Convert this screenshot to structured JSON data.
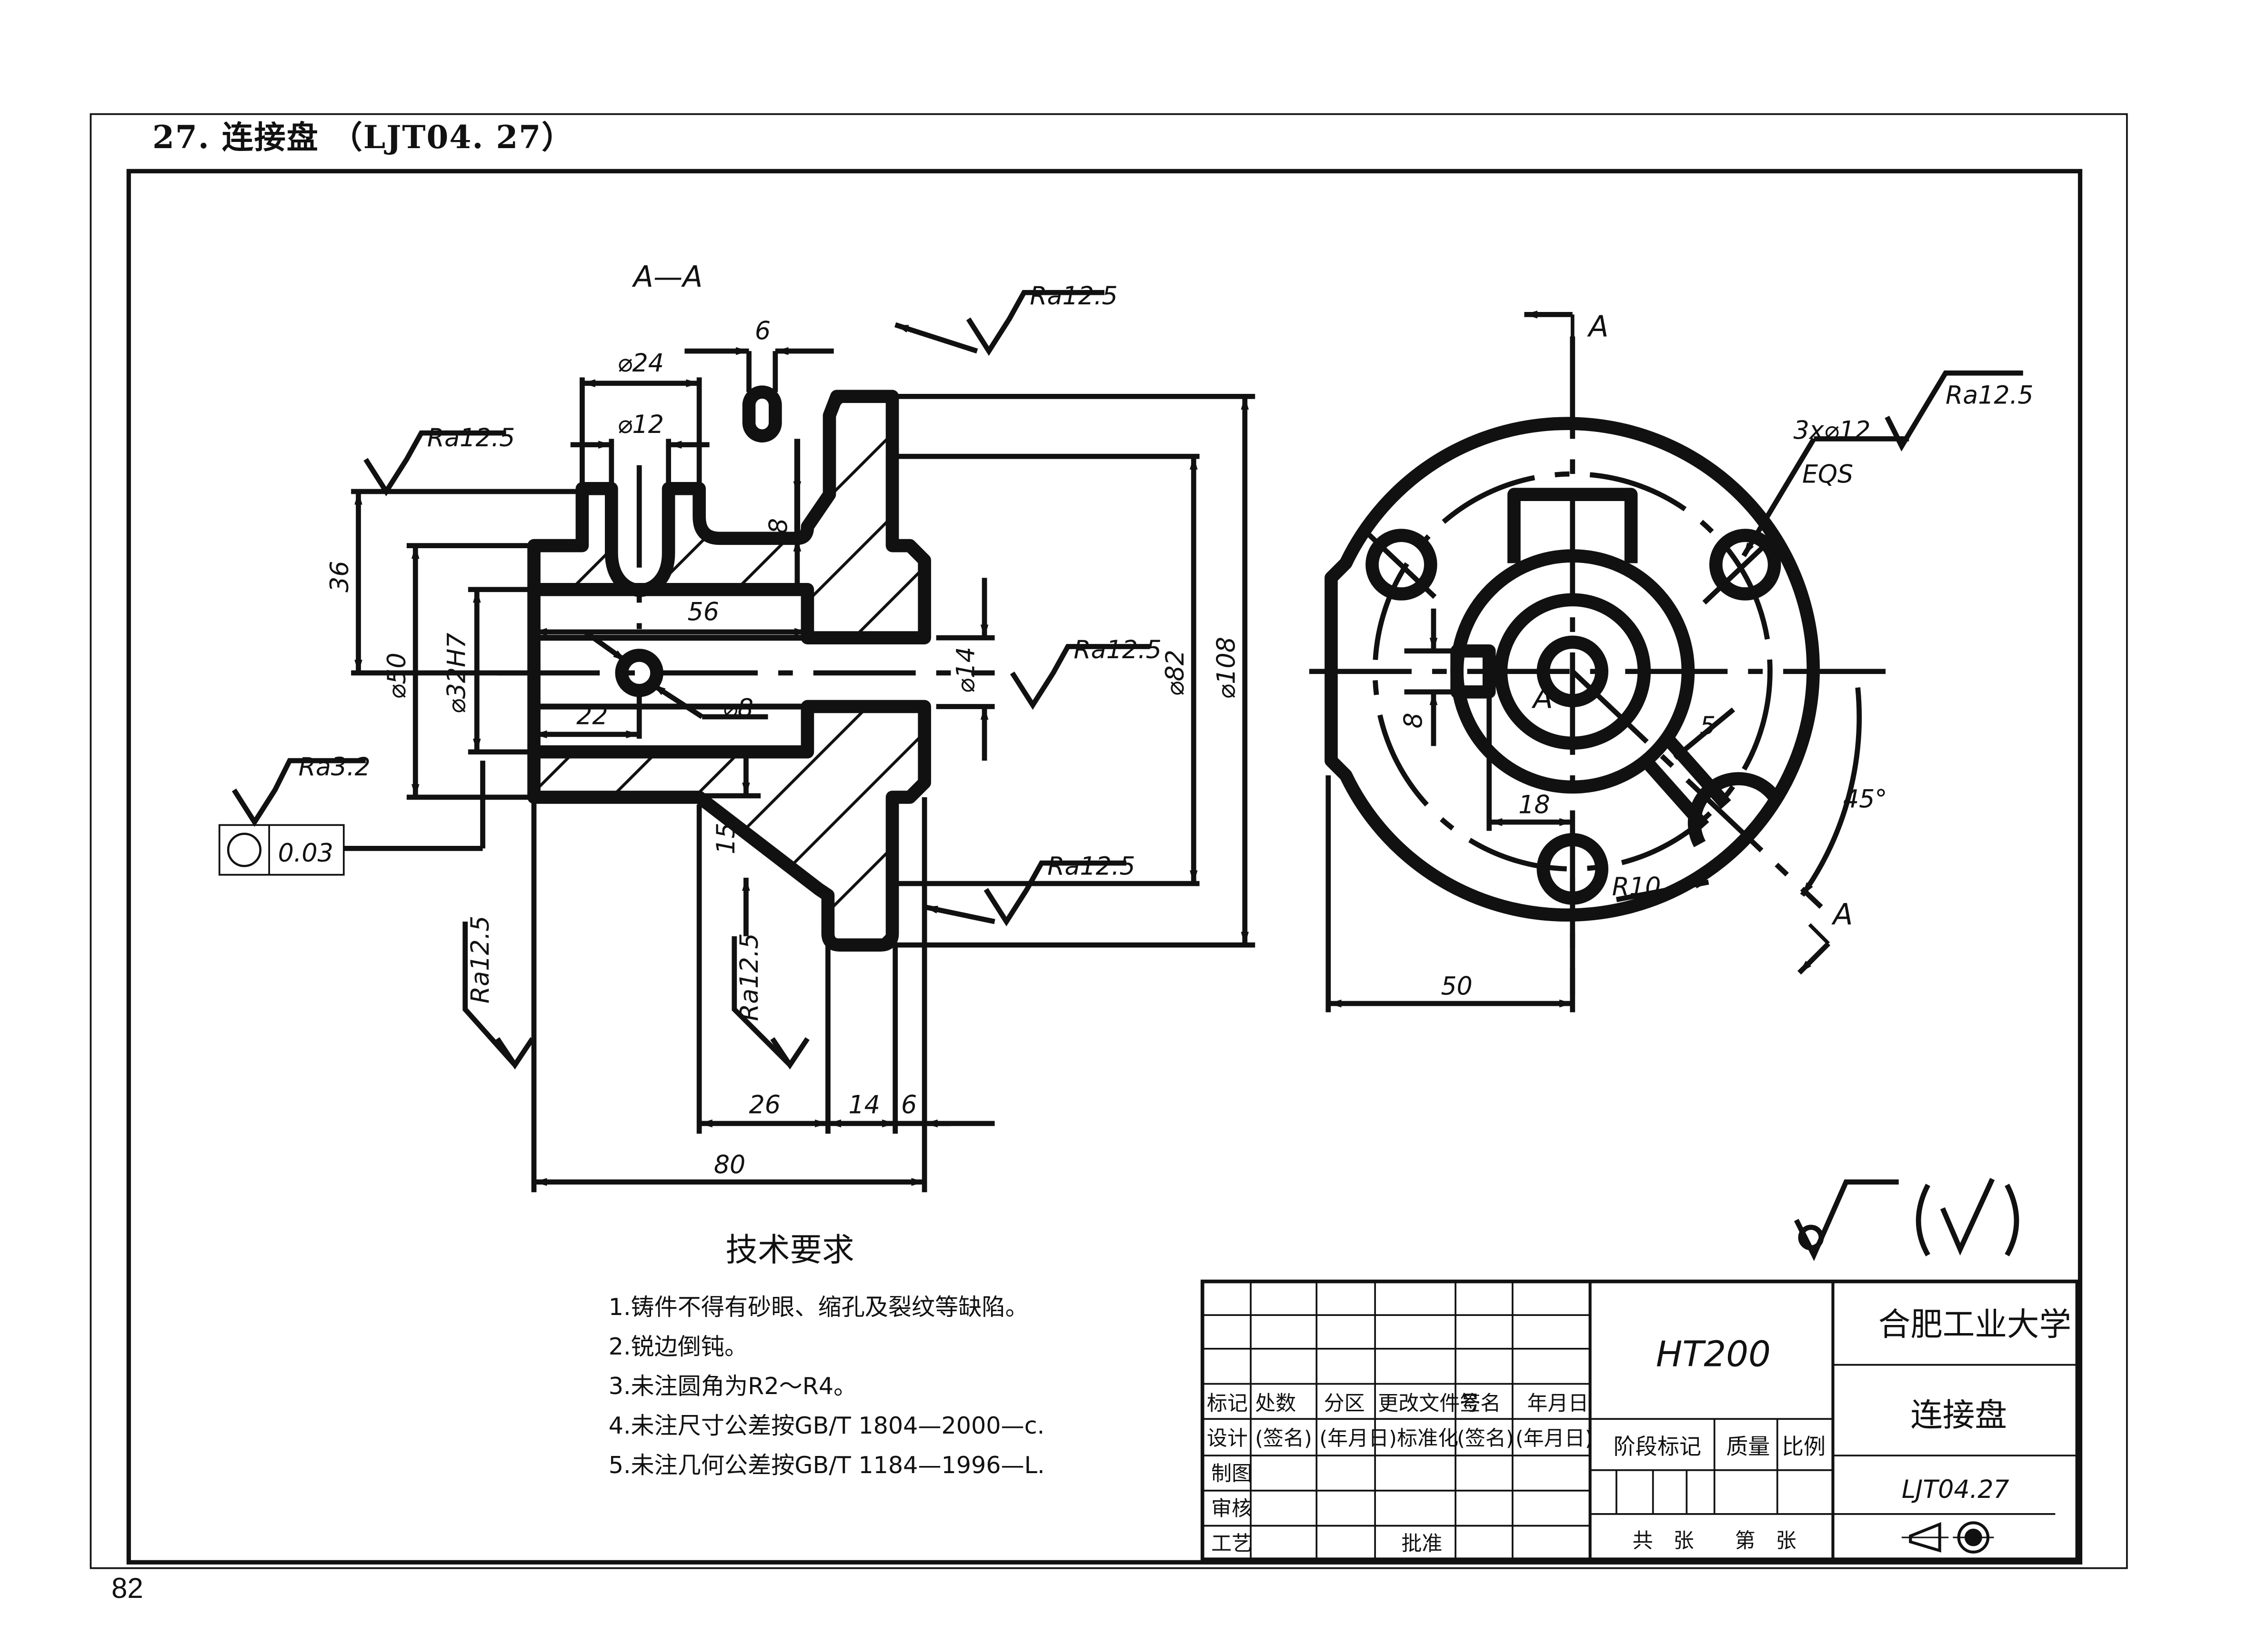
{
  "page": {
    "title": "27. 连接盘 （LJT04. 27）",
    "page_number": "82"
  },
  "section_view": {
    "label": "A—A",
    "dims": {
      "d24": "⌀24",
      "d12": "⌀12",
      "w6": "6",
      "d8slot": "8",
      "w56": "56",
      "h36": "36",
      "d50": "⌀50",
      "d32": "⌀32H7",
      "w22": "22",
      "d8hole": "⌀8",
      "d14": "⌀14",
      "d82": "⌀82",
      "d108": "⌀108",
      "h15": "15",
      "w26": "26",
      "w14": "14",
      "w6b": "6",
      "w80": "80"
    },
    "roughness": {
      "r1": "Ra12.5",
      "r2": "Ra12.5",
      "r3": "Ra12.5",
      "r4": "Ra12.5",
      "r5": "Ra12.5",
      "r6": "Ra12.5",
      "r7": "Ra3.2"
    },
    "tolerance": {
      "value": "0.03"
    }
  },
  "front_view": {
    "holes": "3x⌀12",
    "eqs": "EQS",
    "rough": "Ra12.5",
    "section_a": "A",
    "dims": {
      "h8": "8",
      "w18": "18",
      "w5": "5",
      "angle": "45°",
      "r10": "R10",
      "w50": "50"
    }
  },
  "tech_requirements": {
    "title": "技术要求",
    "items": [
      "1.铸件不得有砂眼、缩孔及裂纹等缺陷。",
      "2.锐边倒钝。",
      "3.未注圆角为R2～R4。",
      "4.未注尺寸公差按GB/T 1804—2000—c.",
      "5.未注几何公差按GB/T 1184—1996—L."
    ]
  },
  "title_block": {
    "material": "HT200",
    "school": "合肥工业大学",
    "part_name": "连接盘",
    "drawing_no": "LJT04.27",
    "row_headers": [
      "标记",
      "处数",
      "分区",
      "更改文件号",
      "签名",
      "年月日"
    ],
    "row_sign": [
      "设计",
      "(签名)",
      "(年月日)",
      "标准化",
      "(签名)",
      "(年月日)"
    ],
    "stage": "阶段标记",
    "mass": "质量",
    "scale": "比例",
    "draw": "制图",
    "check": "审核",
    "process": "工艺",
    "approve": "批准",
    "sheets": "共　张　　第　张"
  }
}
